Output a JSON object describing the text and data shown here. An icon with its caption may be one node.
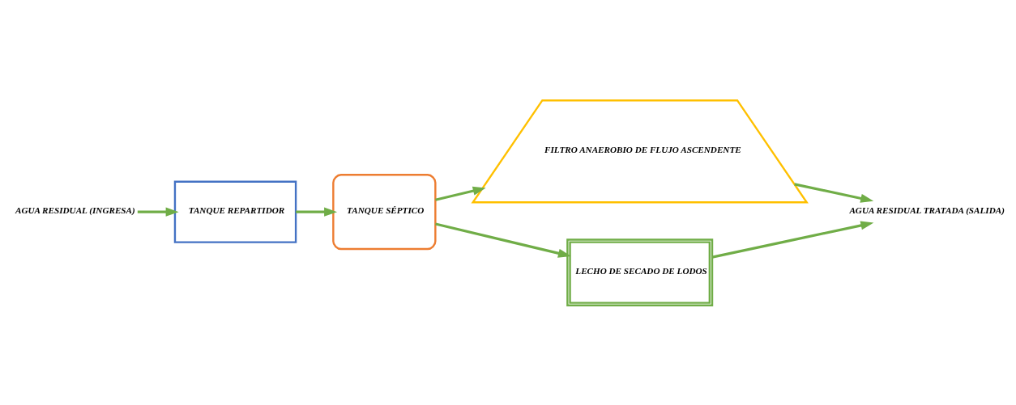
{
  "diagram": {
    "nodes": [
      {
        "text": [
          "AGUA RESIDUAL (INGRESA)"
        ]
      },
      {
        "text": [
          "TANQUE REPARTIDOR"
        ]
      },
      {
        "text": [
          "TANQUE SÉPTICO"
        ]
      },
      {
        "text": [
          "FILTRO ANAEROBIO DE FLUJO ASCENDENTE"
        ]
      },
      {
        "text": [
          "AGUA RESIDUAL TRATADA (SALIDA)"
        ]
      },
      {
        "text": [
          "LECHO DE SECADO DE LODOS"
        ]
      }
    ],
    "edges": [
      {
        "from": 0,
        "to": 1,
        "arrow": "to"
      },
      {
        "from": 1,
        "to": 2,
        "arrow": "to"
      },
      {
        "from": 2,
        "to": 3,
        "arrow": "to"
      },
      {
        "from": 3,
        "to": 4,
        "arrow": "to"
      },
      {
        "from": 2,
        "to": 5,
        "arrow": "to"
      },
      {
        "from": 5,
        "to": 4,
        "arrow": "to"
      }
    ]
  }
}
